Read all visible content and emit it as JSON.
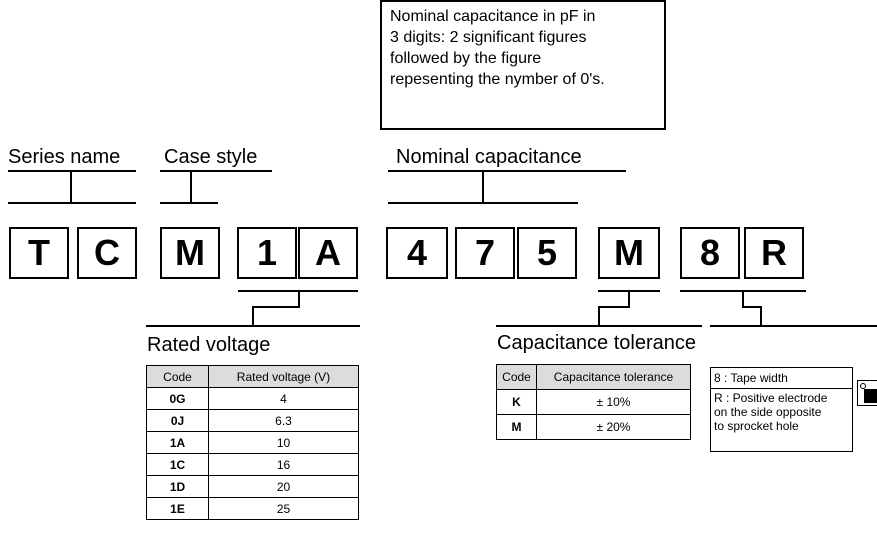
{
  "note": {
    "lines": [
      "Nominal capacitance in pF in",
      "3 digits: 2 significant figures",
      "followed by the figure",
      "repesenting the nymber of 0's."
    ]
  },
  "headings": {
    "series_name": "Series name",
    "case_style": "Case style",
    "nominal_capacitance": "Nominal capacitance",
    "rated_voltage": "Rated voltage",
    "capacitance_tolerance": "Capacitance tolerance"
  },
  "code_chars": [
    "T",
    "C",
    "M",
    "1",
    "A",
    "4",
    "7",
    "5",
    "M",
    "8",
    "R"
  ],
  "rated_voltage_table": {
    "headers": [
      "Code",
      "Rated voltage (V)"
    ],
    "rows": [
      [
        "0G",
        "4"
      ],
      [
        "0J",
        "6.3"
      ],
      [
        "1A",
        "10"
      ],
      [
        "1C",
        "16"
      ],
      [
        "1D",
        "20"
      ],
      [
        "1E",
        "25"
      ]
    ]
  },
  "tolerance_table": {
    "headers": [
      "Code",
      "Capacitance tolerance"
    ],
    "rows": [
      [
        "K",
        "± 10%"
      ],
      [
        "M",
        "± 20%"
      ]
    ]
  },
  "tape": {
    "width_label": "8 : Tape width",
    "r_lines": [
      "R : Positive electrode",
      "on the side opposite",
      "to sprocket hole"
    ]
  }
}
